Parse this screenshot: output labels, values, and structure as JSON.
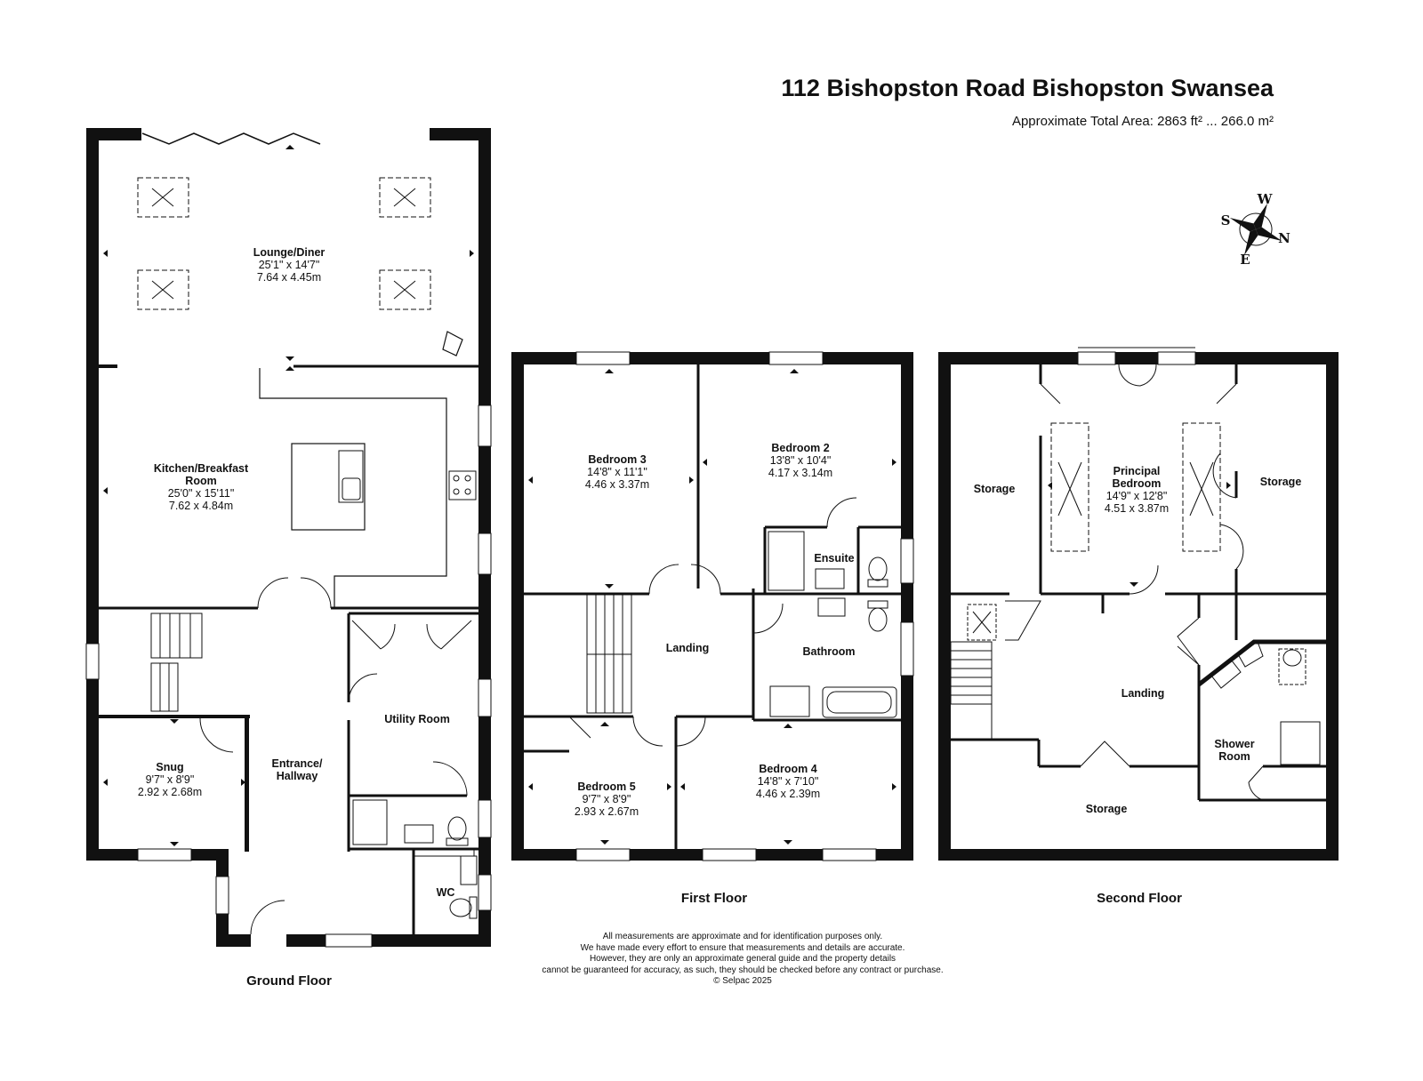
{
  "header": {
    "title": "112 Bishopston Road Bishopston Swansea",
    "area": "Approximate Total Area: 2863 ft² ... 266.0 m²"
  },
  "compass": {
    "w": "W",
    "s": "S",
    "n": "N",
    "e": "E"
  },
  "floors": {
    "ground": "Ground Floor",
    "first": "First Floor",
    "second": "Second Floor"
  },
  "rooms": {
    "lounge": {
      "name": "Lounge/Diner",
      "imperial": "25'1\" x 14'7\"",
      "metric": "7.64 x 4.45m"
    },
    "kitchen": {
      "name1": "Kitchen/Breakfast",
      "name2": "Room",
      "imperial": "25'0\" x 15'11\"",
      "metric": "7.62 x 4.84m"
    },
    "utility": {
      "name": "Utility Room"
    },
    "snug": {
      "name": "Snug",
      "imperial": "9'7\" x 8'9\"",
      "metric": "2.92 x 2.68m"
    },
    "entrance": {
      "name1": "Entrance/",
      "name2": "Hallway"
    },
    "wc": {
      "name": "WC"
    },
    "bed3": {
      "name": "Bedroom 3",
      "imperial": "14'8\" x 11'1\"",
      "metric": "4.46 x 3.37m"
    },
    "bed2": {
      "name": "Bedroom 2",
      "imperial": "13'8\" x 10'4\"",
      "metric": "4.17 x 3.14m"
    },
    "ensuite": {
      "name": "Ensuite"
    },
    "bathroom": {
      "name": "Bathroom"
    },
    "landing1": {
      "name": "Landing"
    },
    "bed5": {
      "name": "Bedroom 5",
      "imperial": "9'7\" x 8'9\"",
      "metric": "2.93 x 2.67m"
    },
    "bed4": {
      "name": "Bedroom 4",
      "imperial": "14'8\" x 7'10\"",
      "metric": "4.46 x 2.39m"
    },
    "storage_l": {
      "name": "Storage"
    },
    "principal": {
      "name1": "Principal",
      "name2": "Bedroom",
      "imperial": "14'9\" x 12'8\"",
      "metric": "4.51 x 3.87m"
    },
    "storage_r": {
      "name": "Storage"
    },
    "landing2": {
      "name": "Landing"
    },
    "shower": {
      "name1": "Shower",
      "name2": "Room"
    },
    "storage_b": {
      "name": "Storage"
    }
  },
  "disclaimer": {
    "l1": "All measurements are approximate and for identification purposes only.",
    "l2": "We have made every effort to ensure that measurements and details are accurate.",
    "l3": "However, they are only an approximate general guide and the property details",
    "l4": "cannot be guaranteed for accuracy, as such, they should be checked before any contract or purchase.",
    "l5": "© Selpac 2025"
  }
}
